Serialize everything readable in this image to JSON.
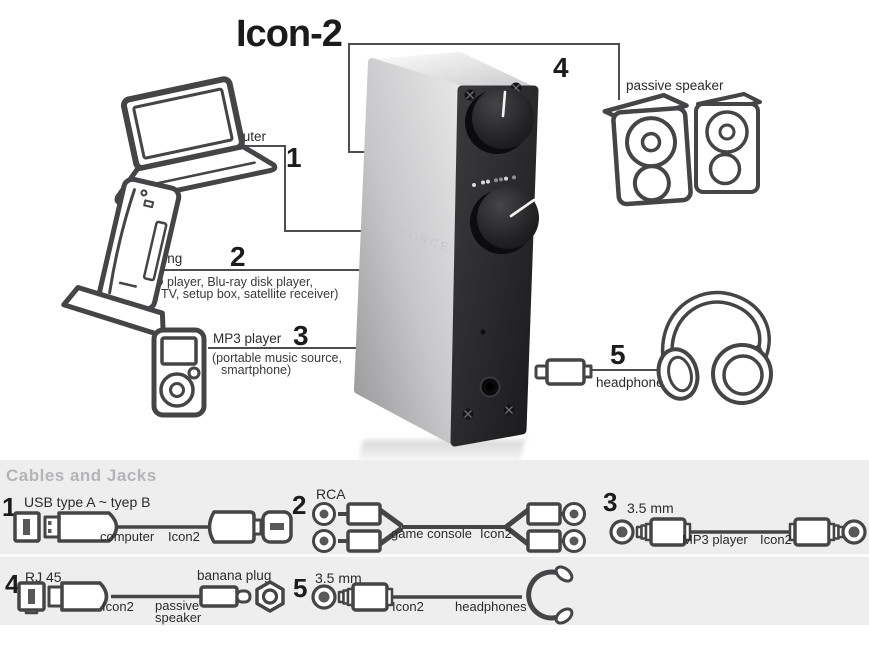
{
  "title": "Icon-2",
  "brand": "NUFORCE",
  "colors": {
    "line": "#4e4e50",
    "panel_bg": "#eeeeef",
    "heading_gray": "#b4b5b7",
    "text": "#2b2b2d"
  },
  "connections": {
    "c1": {
      "num": "1",
      "label": "computer"
    },
    "c2": {
      "num": "2",
      "label": "gaming",
      "caption1": "(DVD player, Blu-ray disk player,",
      "caption2": "TV, setup box, satellite receiver)"
    },
    "c3": {
      "num": "3",
      "label": "MP3 player",
      "caption1": "(portable music source,",
      "caption2": "smartphone)"
    },
    "c4": {
      "num": "4",
      "label": "passive speaker"
    },
    "c5": {
      "num": "5",
      "label": "headphones"
    }
  },
  "cables": {
    "heading": "Cables and Jacks",
    "r1": {
      "num": "1",
      "type": "USB type A ~ tyep B",
      "label_from": "computer",
      "label_to": "Icon2"
    },
    "r2": {
      "num": "2",
      "type": "RCA",
      "label_from": "game console",
      "label_to": "Icon2"
    },
    "r3": {
      "num": "3",
      "type": "3.5 mm",
      "label_from": "MP3 player",
      "label_to": "Icon2"
    },
    "r4": {
      "num": "4",
      "type": "RJ 45",
      "label_from": "Icon2",
      "label_to_line1": "passive",
      "label_to_line2": "speaker",
      "label_plug": "banana plug"
    },
    "r5": {
      "num": "5",
      "type": "3.5 mm",
      "label_from": "Icon2",
      "label_to": "headphones"
    }
  }
}
